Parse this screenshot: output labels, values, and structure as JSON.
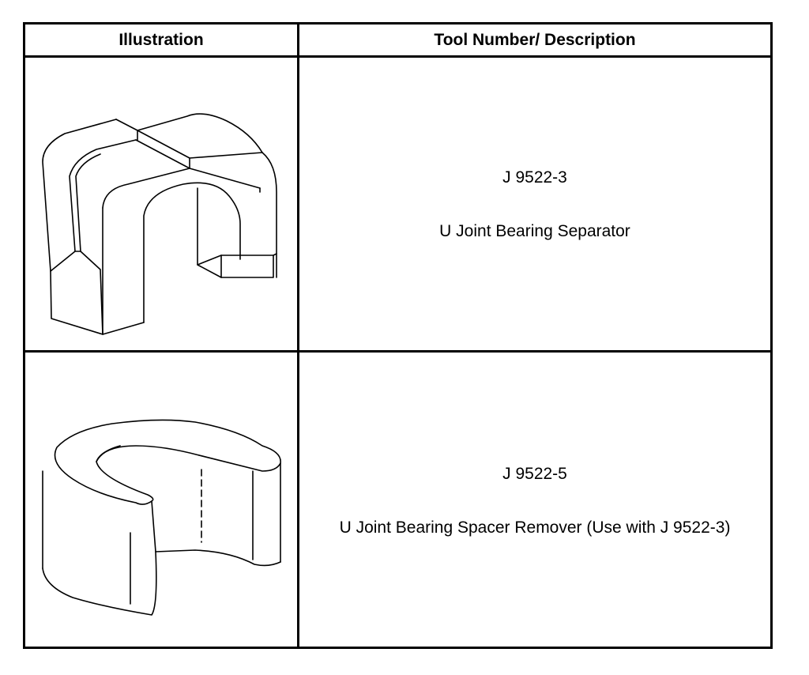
{
  "table": {
    "headers": {
      "illustration": "Illustration",
      "tool": "Tool Number/ Description"
    },
    "rows": [
      {
        "tool_number": "J 9522-3",
        "description": "U Joint Bearing Separator",
        "icon": "bearing-separator-icon"
      },
      {
        "tool_number": "J 9522-5",
        "description": "U Joint Bearing Spacer Remover (Use with J 9522-3)",
        "icon": "spacer-remover-icon"
      }
    ]
  }
}
